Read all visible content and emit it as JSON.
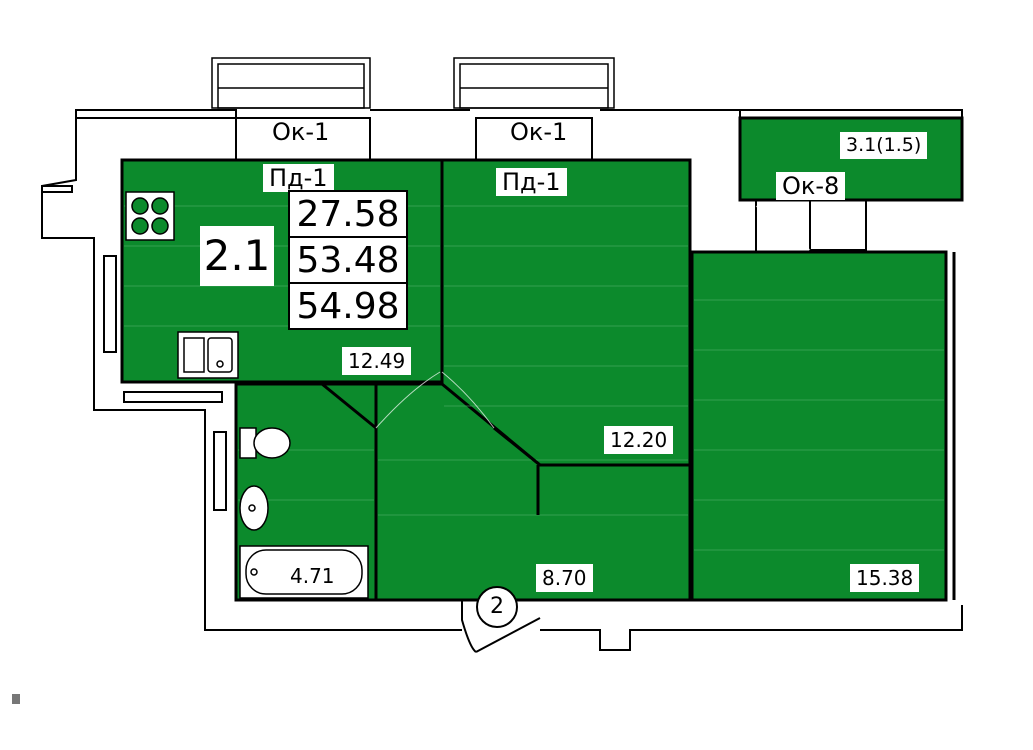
{
  "apartment": {
    "number": "2.1",
    "area_living": "27.58",
    "area_total": "53.48",
    "area_total_with_balcony": "54.98"
  },
  "rooms": {
    "kitchen": "12.49",
    "room_1": "12.20",
    "hall": "8.70",
    "bathroom": "4.71",
    "room_2": "15.38",
    "balcony": "3.1(1.5)"
  },
  "windows": {
    "left": "Ок-1",
    "middle": "Ок-1",
    "right": "Ок-8"
  },
  "doors": {
    "left": "Пд-1",
    "middle": "Пд-1"
  },
  "entrance_marker": "2",
  "colors": {
    "room_fill": "#0c8a2c",
    "wall": "#000000",
    "background": "#ffffff"
  }
}
